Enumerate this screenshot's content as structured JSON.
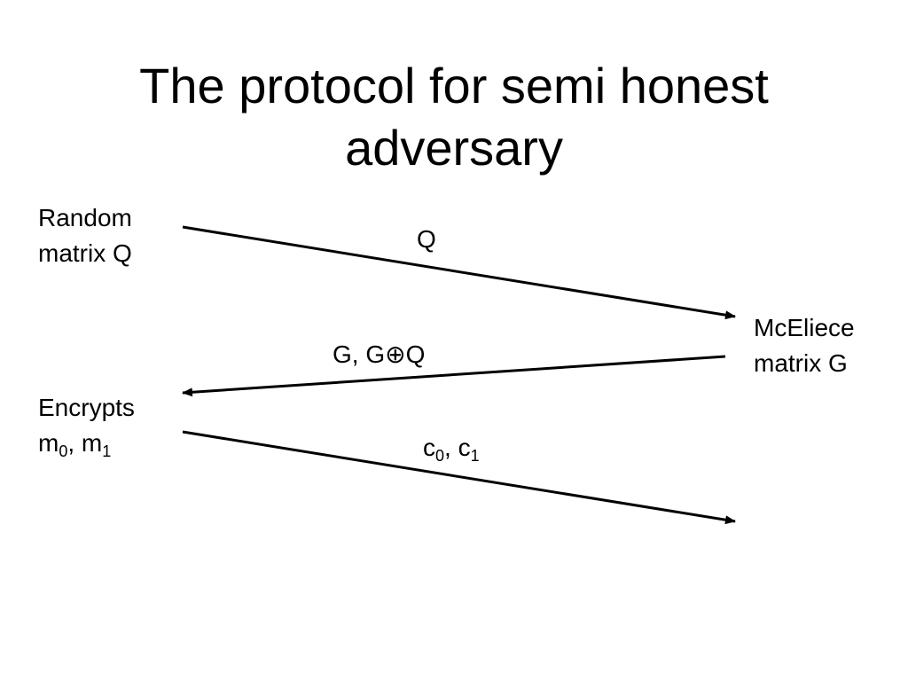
{
  "slide": {
    "title_line1": "The protocol for semi honest",
    "title_line2": "adversary"
  },
  "left_party": {
    "step1_line1": "Random",
    "step1_line2": "matrix Q",
    "step2_line1": "Encrypts",
    "step2_m": "m",
    "step2_sub0": "0",
    "step2_sep": ", m",
    "step2_sub1": "1"
  },
  "right_party": {
    "line1": "McEliece",
    "line2": "matrix G"
  },
  "messages": {
    "msg1": "Q",
    "msg2_prefix": "G, G",
    "msg2_op": "⊕",
    "msg2_suffix": "Q",
    "msg3_c": "c",
    "msg3_sub0": "0",
    "msg3_sep": ", c",
    "msg3_sub1": "1"
  },
  "colors": {
    "text": "#000000",
    "arrow": "#000000",
    "background": "#ffffff"
  }
}
